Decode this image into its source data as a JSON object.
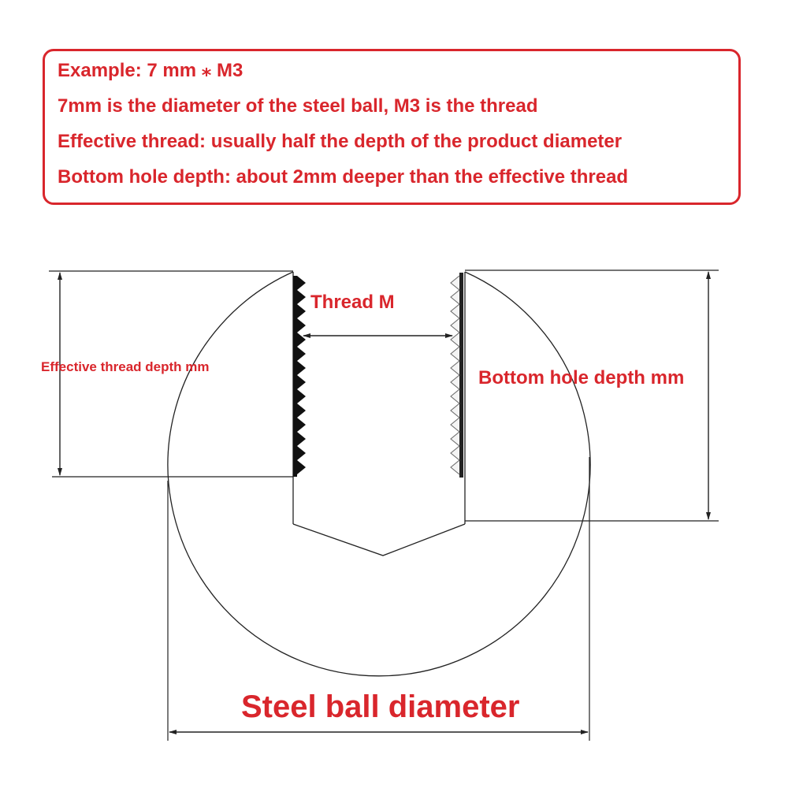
{
  "notes": {
    "line1": "Example: 7 mm ⁎ M3",
    "line2": "7mm is the diameter of the steel ball, M3 is the thread",
    "line3": "Effective thread: usually half the depth of the product diameter",
    "line4": "Bottom hole depth: about 2mm deeper than the effective thread"
  },
  "labels": {
    "thread": "Thread M",
    "effective_depth": "Effective thread depth mm",
    "bottom_depth": "Bottom hole depth mm",
    "ball_diameter": "Steel ball diameter"
  },
  "colors": {
    "accent": "#d9262c",
    "line": "#222222"
  }
}
